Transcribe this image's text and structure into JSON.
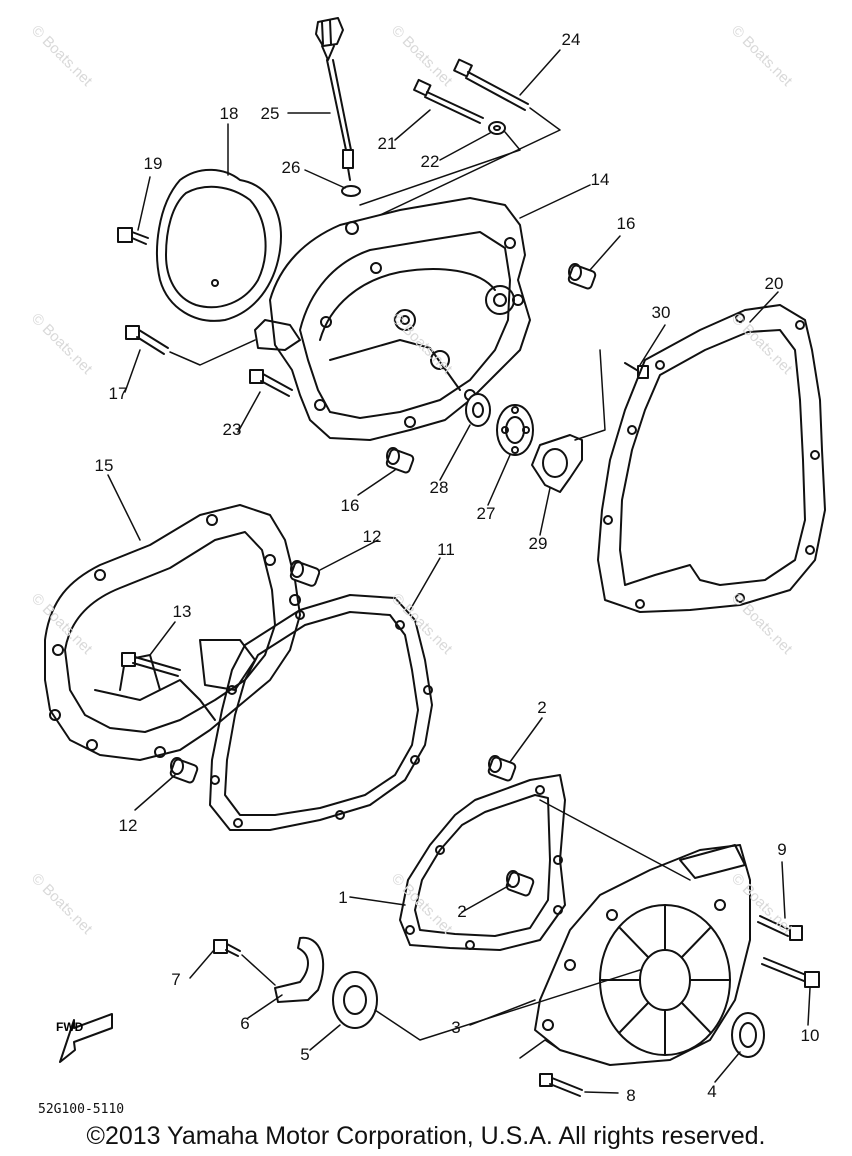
{
  "watermark": "© Boats.net",
  "drawing_code": "52G100-5110",
  "copyright": "©2013 Yamaha Motor Corporation, U.S.A. All rights reserved.",
  "fwd_label": "FWD",
  "callouts": [
    "1",
    "2",
    "2",
    "3",
    "4",
    "5",
    "6",
    "7",
    "8",
    "9",
    "10",
    "11",
    "12",
    "12",
    "13",
    "14",
    "15",
    "16",
    "16",
    "17",
    "18",
    "19",
    "20",
    "21",
    "22",
    "23",
    "24",
    "25",
    "26",
    "27",
    "28",
    "29",
    "30"
  ]
}
